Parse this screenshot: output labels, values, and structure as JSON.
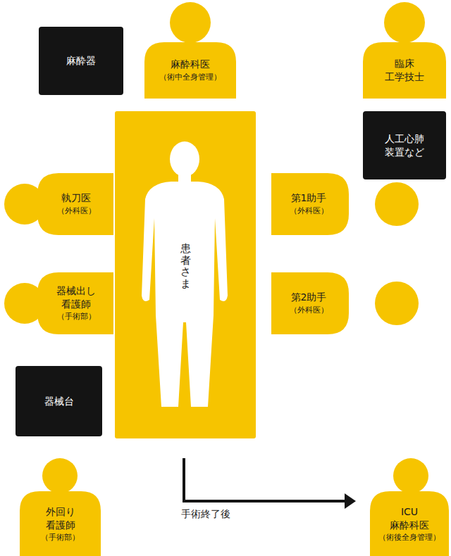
{
  "diagram": {
    "nodes": [
      {
        "text": [
          "麻酔器"
        ]
      },
      {
        "text": [
          "麻酔科医",
          "（術中全身管理）"
        ]
      },
      {
        "text": [
          "臨床 工学技士"
        ]
      },
      {
        "text": [
          "人工心肺 装置など"
        ]
      },
      {
        "text": [
          "患者さま"
        ]
      },
      {
        "text": [
          "執刀医",
          "（外科医）"
        ]
      },
      {
        "text": [
          "第1助手",
          "（外科医）"
        ]
      },
      {
        "text": [
          "器械出し 看護師",
          "（手術部）"
        ]
      },
      {
        "text": [
          "第2助手",
          "（外科医）"
        ]
      },
      {
        "text": [
          "器械台"
        ]
      },
      {
        "text": [
          "外回り 看護師",
          "（手術部）"
        ]
      },
      {
        "text": [
          "ICU 麻酔科医",
          "（術後全身管理）"
        ]
      }
    ],
    "edges": [
      {
        "from": 4,
        "to": 11,
        "arrow": "to",
        "label": "手術終了後"
      }
    ]
  }
}
